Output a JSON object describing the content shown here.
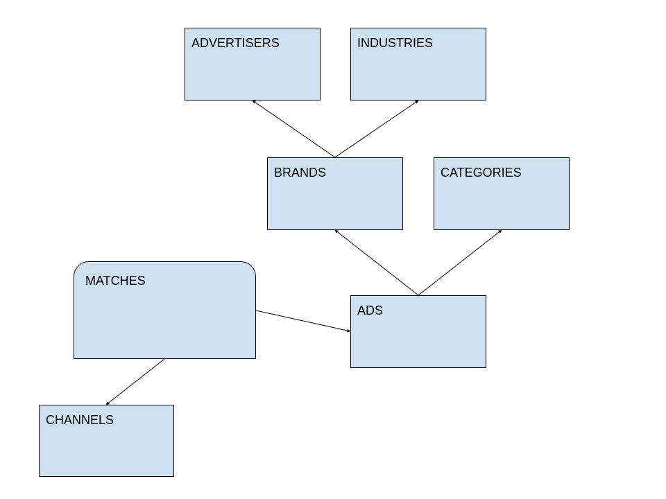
{
  "diagram": {
    "nodes": [
      {
        "id": "advertisers",
        "label": "ADVERTISERS"
      },
      {
        "id": "industries",
        "label": "INDUSTRIES"
      },
      {
        "id": "brands",
        "label": "BRANDS"
      },
      {
        "id": "categories",
        "label": "CATEGORIES"
      },
      {
        "id": "matches",
        "label": "MATCHES"
      },
      {
        "id": "ads",
        "label": "ADS"
      },
      {
        "id": "channels",
        "label": "CHANNELS"
      }
    ],
    "edges": [
      {
        "from": "brands",
        "to": "advertisers"
      },
      {
        "from": "brands",
        "to": "industries"
      },
      {
        "from": "ads",
        "to": "brands"
      },
      {
        "from": "ads",
        "to": "categories"
      },
      {
        "from": "matches",
        "to": "ads"
      },
      {
        "from": "matches",
        "to": "channels"
      }
    ],
    "colors": {
      "node_fill": "#cfe2f3",
      "stroke": "#000000"
    }
  }
}
